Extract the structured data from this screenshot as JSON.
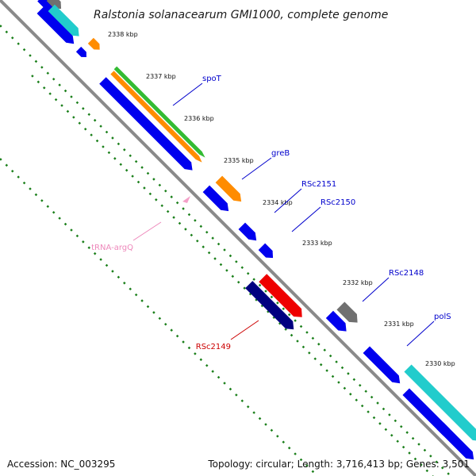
{
  "title": "Ralstonia solanacearum GMI1000, complete genome",
  "footer": {
    "accession": "Accession: NC_003295",
    "summary": "Topology: circular; Length: 3,716,413 bp; Genes: 3,501"
  },
  "ticks": [
    "2338 kbp",
    "2337 kbp",
    "2336 kbp",
    "2335 kbp",
    "2334 kbp",
    "2333 kbp",
    "2332 kbp",
    "2331 kbp",
    "2330 kbp"
  ],
  "gene_labels": [
    {
      "name": "spoT",
      "color": "#0000cc"
    },
    {
      "name": "greB",
      "color": "#0000cc"
    },
    {
      "name": "RSc2151",
      "color": "#0000cc"
    },
    {
      "name": "RSc2150",
      "color": "#0000cc"
    },
    {
      "name": "RSc2148",
      "color": "#0000cc"
    },
    {
      "name": "polS",
      "color": "#0000cc"
    },
    {
      "name": "tRNA-argQ",
      "color": "#ee88bb"
    },
    {
      "name": "RSc2149",
      "color": "#cc0000"
    }
  ],
  "colors": {
    "backbone": "#8a8a8a",
    "cds": "#0000ee",
    "cds_dark": "#000080",
    "rna": "#f4a0c8",
    "tick": "#1a7f1a",
    "orange": "#ff8c00",
    "green": "#33bb33",
    "cyan": "#22cccc",
    "gray": "#707070",
    "red": "#ee0000"
  }
}
